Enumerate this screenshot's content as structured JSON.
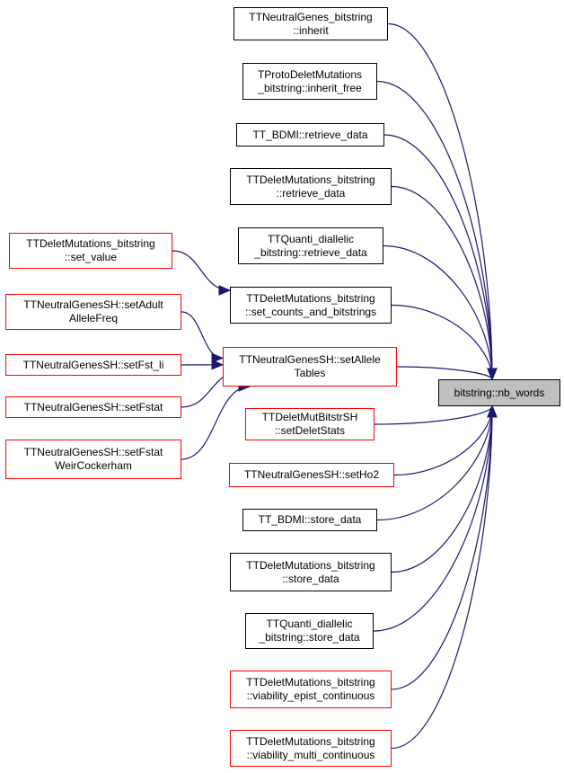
{
  "target": {
    "label": "bitstring::nb_words",
    "fill": "#bfbfbf"
  },
  "edge_color": "#191970",
  "border_colors": {
    "documented": "#000000",
    "undocumented": "#ff0000"
  },
  "callers": [
    {
      "id": "n1",
      "lines": [
        "TTNeutralGenes_bitstring",
        "::inherit"
      ],
      "border": "black"
    },
    {
      "id": "n2",
      "lines": [
        "TProtoDeletMutations",
        "_bitstring::inherit_free"
      ],
      "border": "black"
    },
    {
      "id": "n3",
      "lines": [
        "TT_BDMI::retrieve_data"
      ],
      "border": "black"
    },
    {
      "id": "n4",
      "lines": [
        "TTDeletMutations_bitstring",
        "::retrieve_data"
      ],
      "border": "black"
    },
    {
      "id": "n5",
      "lines": [
        "TTQuanti_diallelic",
        "_bitstring::retrieve_data"
      ],
      "border": "black"
    },
    {
      "id": "n6",
      "lines": [
        "TTDeletMutations_bitstring",
        "::set_counts_and_bitstrings"
      ],
      "border": "black"
    },
    {
      "id": "n7",
      "lines": [
        "TTNeutralGenesSH::setAllele",
        "Tables"
      ],
      "border": "red"
    },
    {
      "id": "n8",
      "lines": [
        "TTDeletMutBitstrSH",
        "::setDeletStats"
      ],
      "border": "red"
    },
    {
      "id": "n9",
      "lines": [
        "TTNeutralGenesSH::setHo2"
      ],
      "border": "red"
    },
    {
      "id": "n10",
      "lines": [
        "TT_BDMI::store_data"
      ],
      "border": "black"
    },
    {
      "id": "n11",
      "lines": [
        "TTDeletMutations_bitstring",
        "::store_data"
      ],
      "border": "black"
    },
    {
      "id": "n12",
      "lines": [
        "TTQuanti_diallelic",
        "_bitstring::store_data"
      ],
      "border": "black"
    },
    {
      "id": "n13",
      "lines": [
        "TTDeletMutations_bitstring",
        "::viability_epist_continuous"
      ],
      "border": "red"
    },
    {
      "id": "n14",
      "lines": [
        "TTDeletMutations_bitstring",
        "::viability_multi_continuous"
      ],
      "border": "red"
    },
    {
      "id": "l1",
      "lines": [
        "TTDeletMutations_bitstring",
        "::set_value"
      ],
      "border": "red"
    },
    {
      "id": "l2",
      "lines": [
        "TTNeutralGenesSH::setAdult",
        "AlleleFreq"
      ],
      "border": "red"
    },
    {
      "id": "l3",
      "lines": [
        "TTNeutralGenesSH::setFst_li"
      ],
      "border": "red"
    },
    {
      "id": "l4",
      "lines": [
        "TTNeutralGenesSH::setFstat"
      ],
      "border": "red"
    },
    {
      "id": "l5",
      "lines": [
        "TTNeutralGenesSH::setFstat",
        "WeirCockerham"
      ],
      "border": "red"
    }
  ],
  "edges": [
    {
      "from": "n1",
      "to": "target"
    },
    {
      "from": "n2",
      "to": "target"
    },
    {
      "from": "n3",
      "to": "target"
    },
    {
      "from": "n4",
      "to": "target"
    },
    {
      "from": "n5",
      "to": "target"
    },
    {
      "from": "n6",
      "to": "target"
    },
    {
      "from": "n7",
      "to": "target"
    },
    {
      "from": "n8",
      "to": "target"
    },
    {
      "from": "n9",
      "to": "target"
    },
    {
      "from": "n10",
      "to": "target"
    },
    {
      "from": "n11",
      "to": "target"
    },
    {
      "from": "n12",
      "to": "target"
    },
    {
      "from": "n13",
      "to": "target"
    },
    {
      "from": "n14",
      "to": "target"
    },
    {
      "from": "l1",
      "to": "n6"
    },
    {
      "from": "l2",
      "to": "n7"
    },
    {
      "from": "l3",
      "to": "n7"
    },
    {
      "from": "l4",
      "to": "n7"
    },
    {
      "from": "l5",
      "to": "n7"
    }
  ]
}
